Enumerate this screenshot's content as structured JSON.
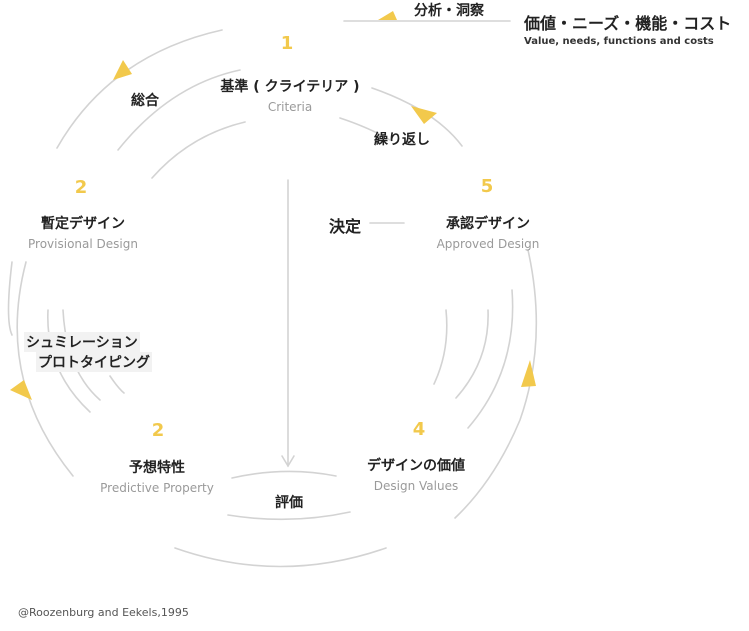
{
  "header": {
    "analysis_label": "分析・洞察",
    "title": "価値・ニーズ・機能・コスト",
    "subtitle": "Value, needs, functions and costs"
  },
  "stages": {
    "criteria": {
      "number": "1",
      "jp": "基準 ( クライテリア )",
      "en": "Criteria"
    },
    "provisional": {
      "number": "2",
      "jp": "暫定デザイン",
      "en": "Provisional Design"
    },
    "predictive": {
      "number": "2",
      "jp": "予想特性",
      "en": "Predictive Property"
    },
    "values": {
      "number": "4",
      "jp": "デザインの価値",
      "en": "Design Values"
    },
    "approved": {
      "number": "5",
      "jp": "承認デザイン",
      "en": "Approved Design"
    }
  },
  "process_labels": {
    "synthesis": "総合",
    "iteration": "繰り返し",
    "decision": "決定",
    "evaluation": "評価",
    "simulation_line1": "シュミレーション",
    "simulation_line2": "プロトタイピング"
  },
  "credit": "@Roozenburg and Eekels,1995",
  "colors": {
    "accent": "#f2c94c",
    "line": "#d0d0d0",
    "text": "#222222",
    "muted": "#9a9a9a"
  }
}
